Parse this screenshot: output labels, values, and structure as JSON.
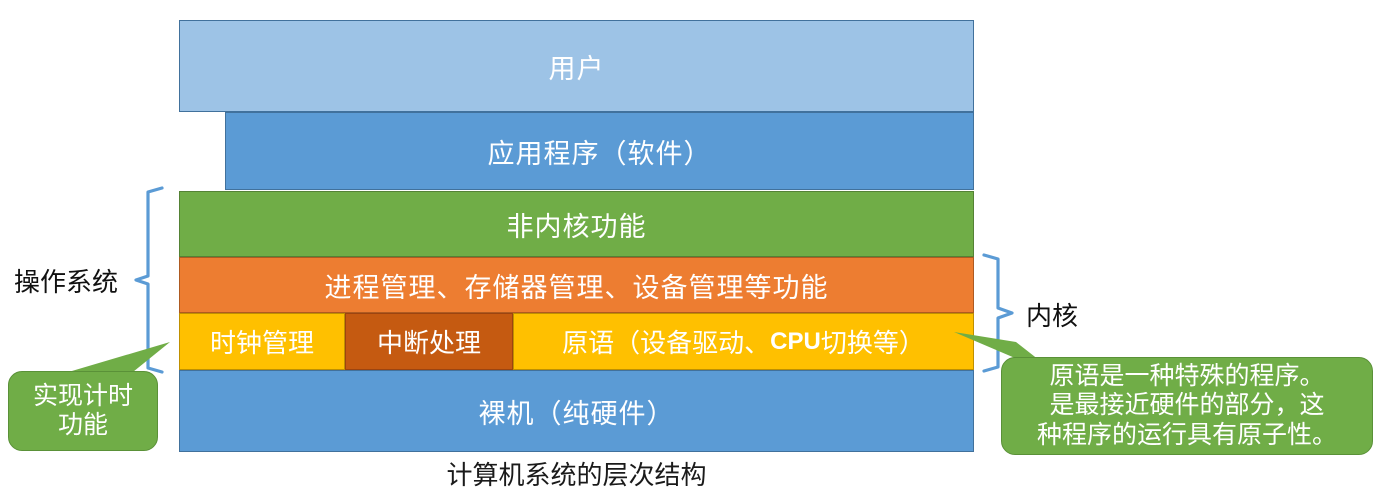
{
  "diagram": {
    "caption": "计算机系统的层次结构",
    "layers": [
      {
        "id": "user",
        "label": "用户",
        "color": "#9dc3e6"
      },
      {
        "id": "app",
        "label": "应用程序（软件）",
        "color": "#5b9bd5"
      },
      {
        "id": "nonkernel",
        "label": "非内核功能",
        "color": "#70ad47"
      },
      {
        "id": "mgmt",
        "label": "进程管理、存储器管理、设备管理等功能",
        "color": "#ed7d31"
      },
      {
        "id": "bare",
        "label": "裸机（纯硬件）",
        "color": "#5b9bd5"
      }
    ],
    "kernel_row": [
      {
        "id": "clock",
        "label": "时钟管理",
        "color": "#ffc000"
      },
      {
        "id": "interrupt",
        "label": "中断处理",
        "color": "#c55a11"
      },
      {
        "id": "primitive",
        "label_before": "原语（设备驱动、",
        "label_mono": "CPU",
        "label_after": "切换等）",
        "color": "#ffc000"
      }
    ],
    "side_labels": {
      "left": "操作系统",
      "right": "内核"
    },
    "callouts": {
      "left": {
        "line1": "实现计时",
        "line2": "功能",
        "color": "#70ad47"
      },
      "right": {
        "line1": "原语是一种特殊的程序。",
        "line2": "是最接近硬件的部分，这",
        "line3": "种程序的运行具有原子性。",
        "color": "#70ad47"
      }
    },
    "colors": {
      "brace": "#5b9bd5",
      "text_on_fill": "#ffffff",
      "caption_text": "#1a1a1a"
    }
  }
}
